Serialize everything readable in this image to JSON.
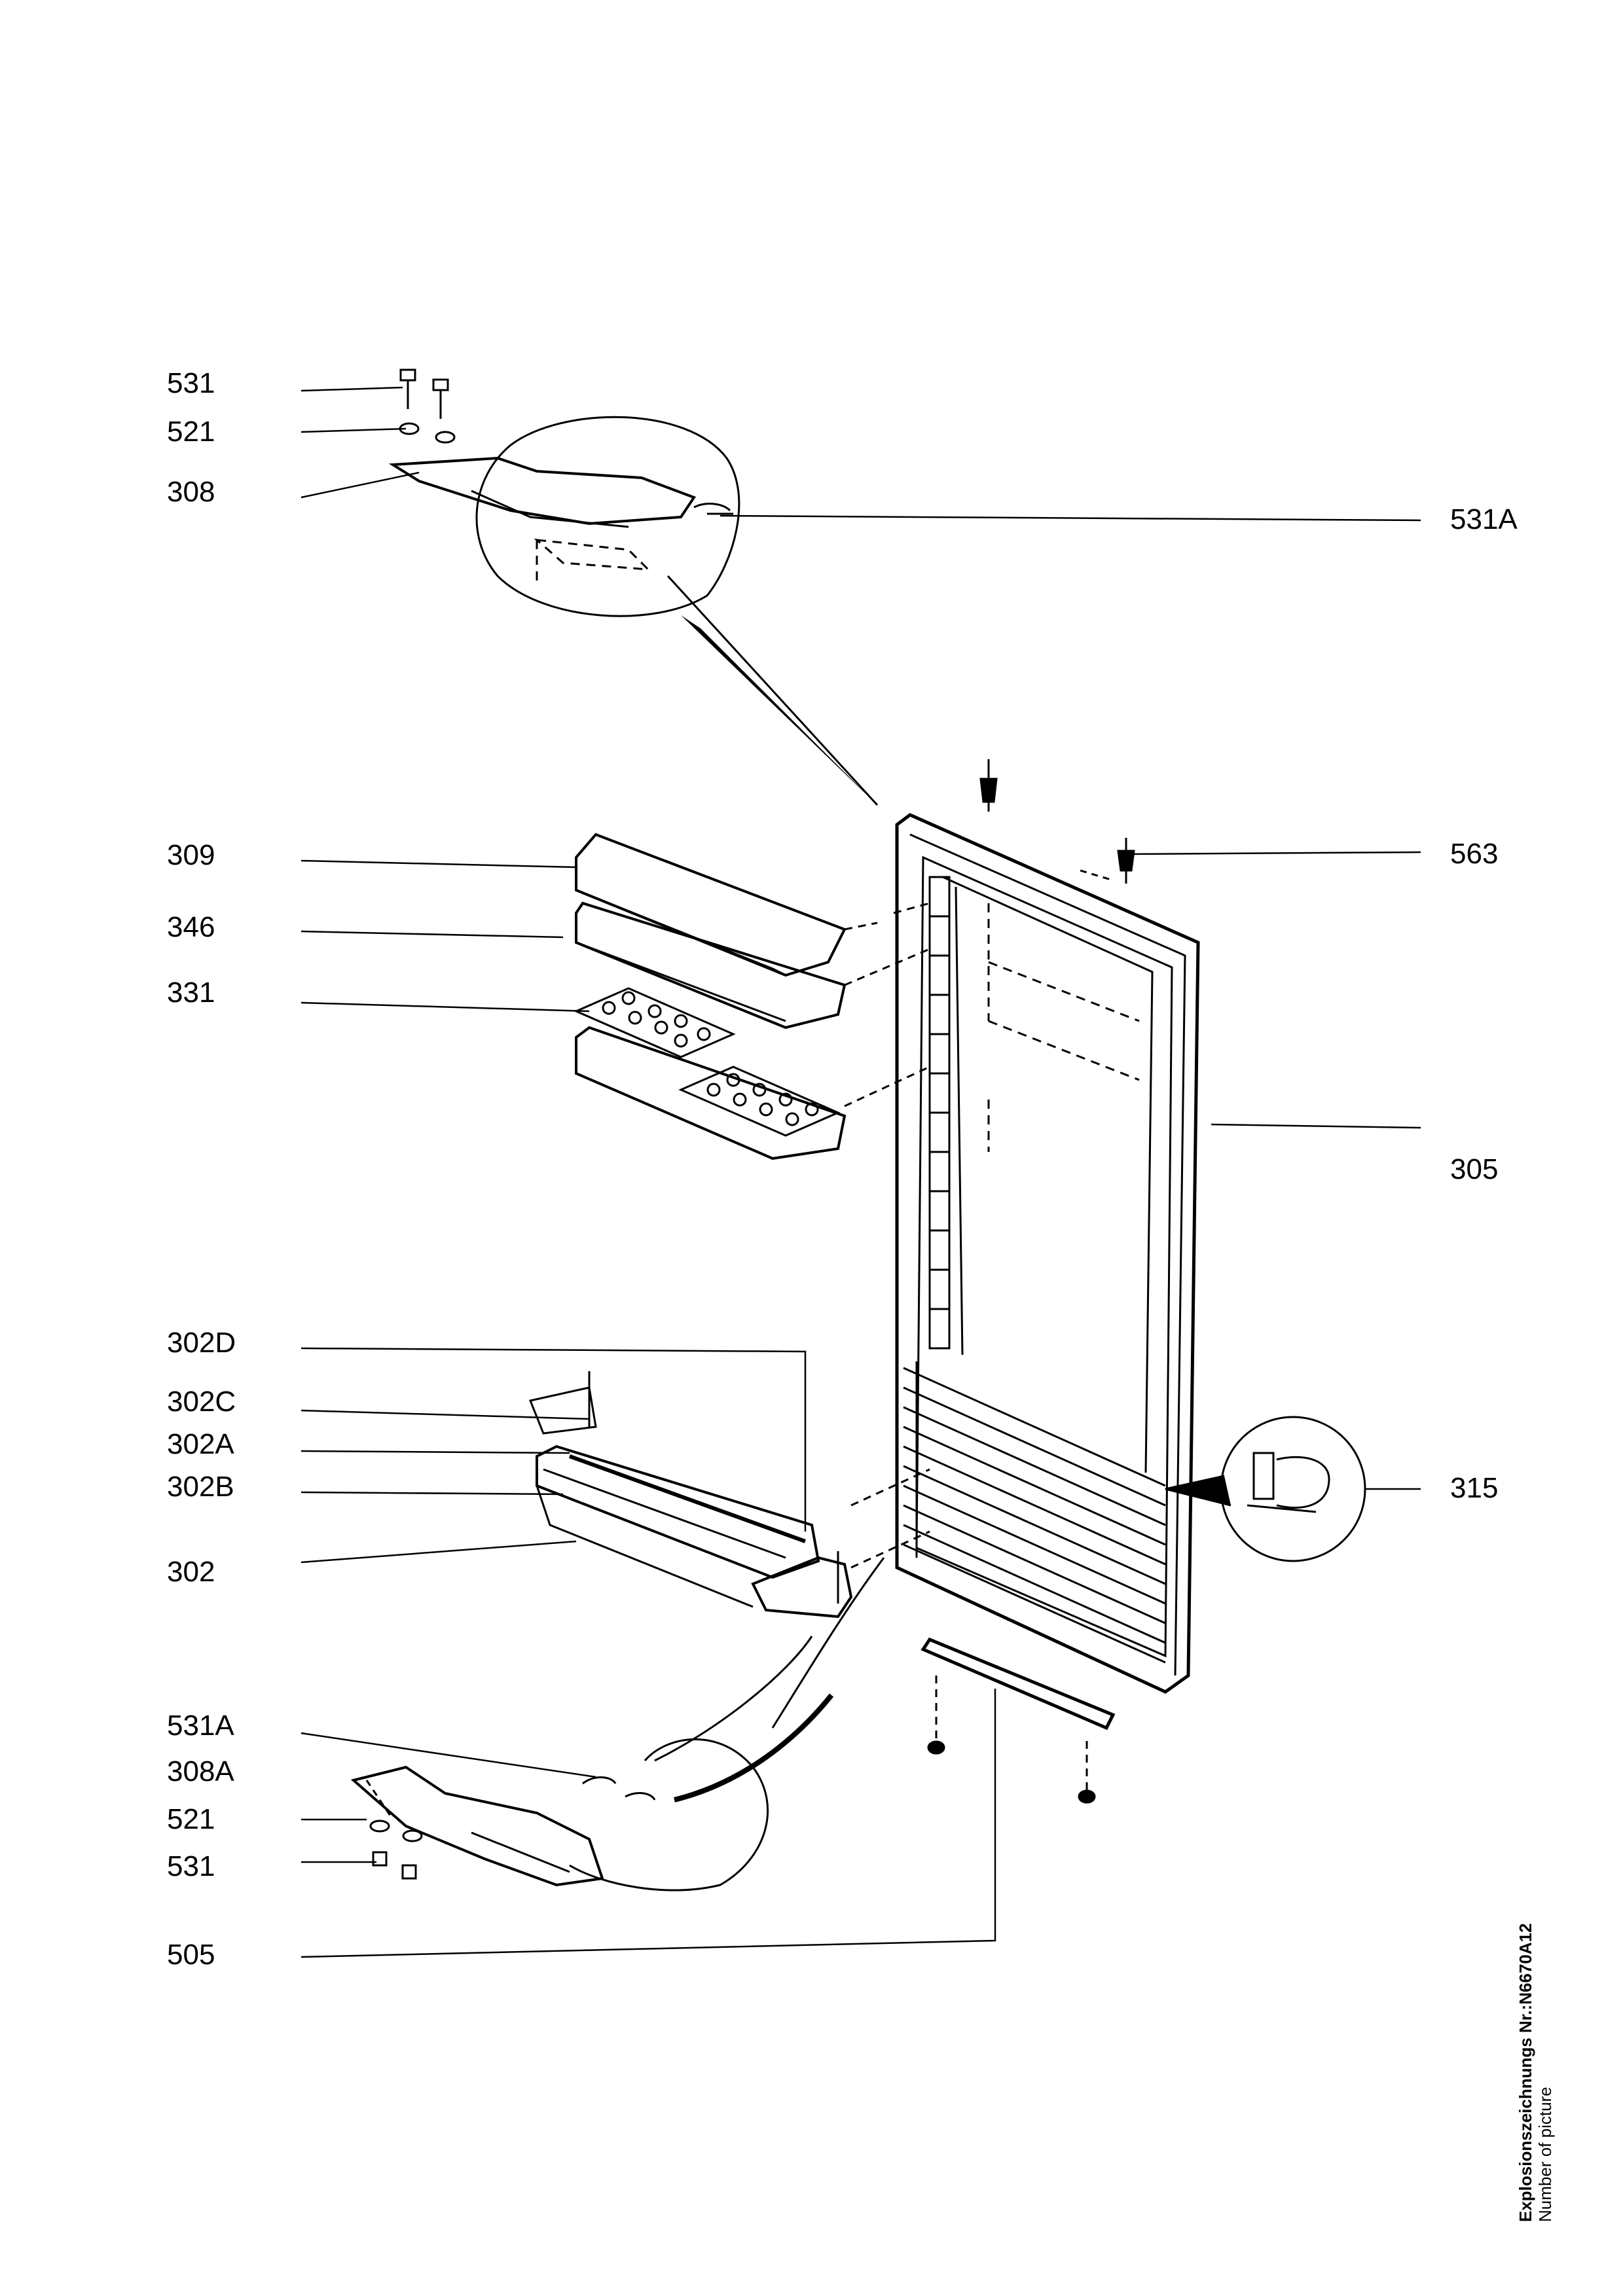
{
  "labels_left": {
    "l531_top": "531",
    "l521_top": "521",
    "l308": "308",
    "l309": "309",
    "l346": "346",
    "l331": "331",
    "l302D": "302D",
    "l302C": "302C",
    "l302A": "302A",
    "l302B": "302B",
    "l302": "302",
    "l531A_bottom": "531A",
    "l308A": "308A",
    "l521_bottom": "521",
    "l531_bottom": "531",
    "l505": "505"
  },
  "labels_right": {
    "l531A_top": "531A",
    "l563": "563",
    "l305": "305",
    "l315": "315"
  },
  "caption": {
    "title": "Explosionszeichnungs Nr.:N6670A12",
    "subtitle": "Number of picture"
  }
}
